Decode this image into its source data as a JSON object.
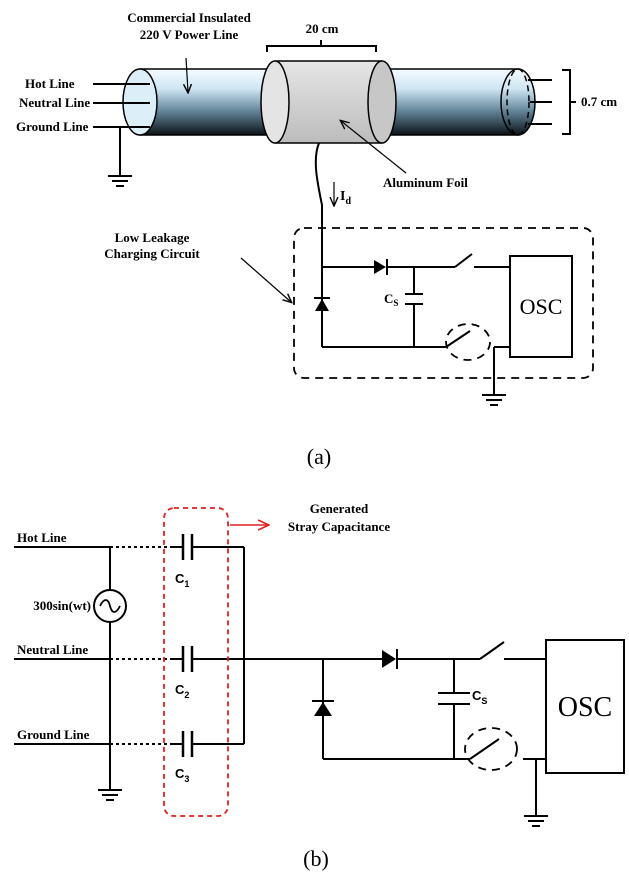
{
  "panel_a": {
    "cable_title_line1": "Commercial Insulated",
    "cable_title_line2": "220 V Power Line",
    "foil_width": "20 cm",
    "diameter": "0.7 cm",
    "hot_line": "Hot Line",
    "neutral_line": "Neutral Line",
    "ground_line": "Ground Line",
    "aluminum_foil": "Aluminum Foil",
    "current_label": "I",
    "current_sub": "d",
    "circuit_line1": "Low Leakage",
    "circuit_line2": "Charging Circuit",
    "cap_label": "C",
    "cap_sub": "S",
    "osc": "OSC",
    "caption": "(a)"
  },
  "panel_b": {
    "generated_line1": "Generated",
    "generated_line2": "Stray Capacitance",
    "hot_line": "Hot Line",
    "neutral_line": "Neutral Line",
    "ground_line": "Ground Line",
    "source": "300sin(wt)",
    "c1": "C",
    "c1_sub": "1",
    "c2": "C",
    "c2_sub": "2",
    "c3": "C",
    "c3_sub": "3",
    "cs": "C",
    "cs_sub": "S",
    "osc": "OSC",
    "caption": "(b)"
  },
  "colors": {
    "cable_light": "#e6f3fb",
    "cable_mid": "#8fb4c8",
    "cable_dark": "#111820",
    "foil": "#cfcfcf",
    "accent_red": "#e02020"
  }
}
